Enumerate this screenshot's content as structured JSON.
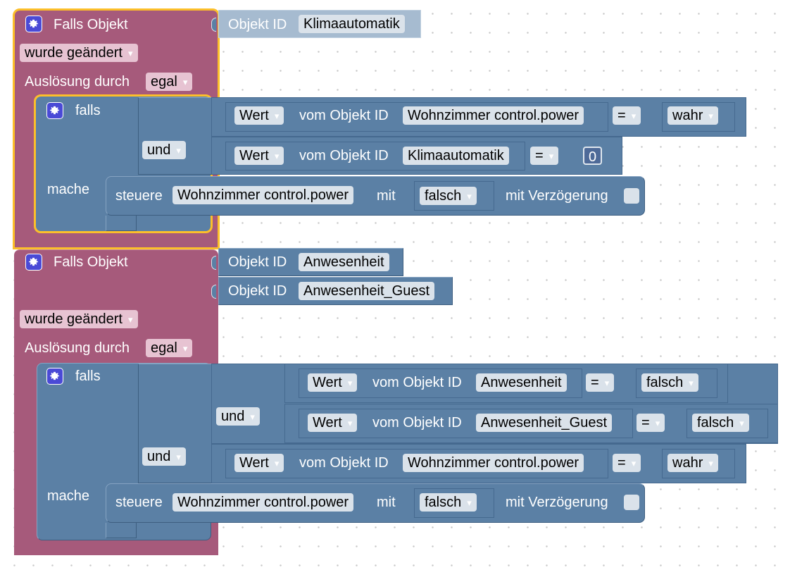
{
  "gear_icon": "gear-icon",
  "colors": {
    "event_block": "#a65a7b",
    "logic_block": "#5b80a5",
    "selected_outline": "#fcbf2a",
    "field_bg": "#dae2ea"
  },
  "trigger1": {
    "title": "Falls Objekt",
    "objects": [
      {
        "label": "Objekt ID",
        "value": "Klimaautomatik"
      }
    ],
    "mode": "wurde geändert",
    "trigger_label": "Auslösung durch",
    "trigger_value": "egal",
    "if": {
      "falls": "falls",
      "und": "und",
      "mache": "mache",
      "cond1": {
        "wert": "Wert",
        "vom": "vom Objekt ID",
        "object": "Wohnzimmer control.power",
        "op": "=",
        "value": "wahr"
      },
      "cond2": {
        "wert": "Wert",
        "vom": "vom Objekt ID",
        "object": "Klimaautomatik",
        "op": "=",
        "value": "0"
      },
      "action": {
        "steuere": "steuere",
        "object": "Wohnzimmer control.power",
        "mit": "mit",
        "value": "falsch",
        "delay": "mit Verzögerung"
      }
    }
  },
  "trigger2": {
    "title": "Falls Objekt",
    "objects": [
      {
        "label": "Objekt ID",
        "value": "Anwesenheit"
      },
      {
        "label": "Objekt ID",
        "value": "Anwesenheit_Guest"
      }
    ],
    "mode": "wurde geändert",
    "trigger_label": "Auslösung durch",
    "trigger_value": "egal",
    "if": {
      "falls": "falls",
      "und_outer": "und",
      "und_inner": "und",
      "mache": "mache",
      "cond1": {
        "wert": "Wert",
        "vom": "vom Objekt ID",
        "object": "Anwesenheit",
        "op": "=",
        "value": "falsch"
      },
      "cond2": {
        "wert": "Wert",
        "vom": "vom Objekt ID",
        "object": "Anwesenheit_Guest",
        "op": "=",
        "value": "falsch"
      },
      "cond3": {
        "wert": "Wert",
        "vom": "vom Objekt ID",
        "object": "Wohnzimmer control.power",
        "op": "=",
        "value": "wahr"
      },
      "action": {
        "steuere": "steuere",
        "object": "Wohnzimmer control.power",
        "mit": "mit",
        "value": "falsch",
        "delay": "mit Verzögerung"
      }
    }
  }
}
